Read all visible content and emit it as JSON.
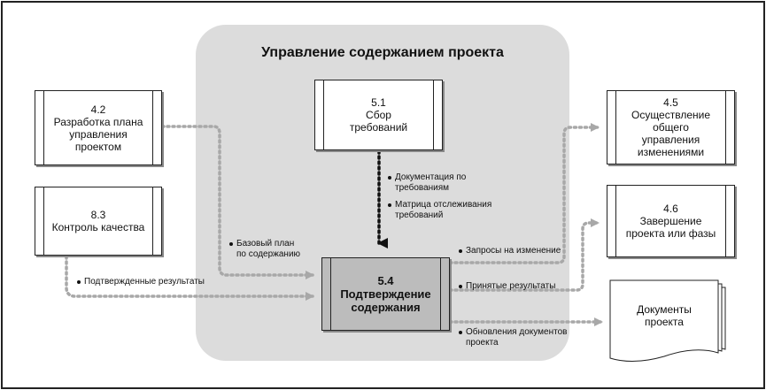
{
  "title": "Управление содержанием проекта",
  "boxes": {
    "b42": {
      "num": "4.2",
      "lines": [
        "Разработка плана",
        "управления",
        "проектом"
      ]
    },
    "b83": {
      "num": "8.3",
      "lines": [
        "Контроль качества"
      ]
    },
    "b51": {
      "num": "5.1",
      "lines": [
        "Сбор",
        "требований"
      ]
    },
    "b54": {
      "num": "5.4",
      "lines": [
        "Подтверждение",
        "содержания"
      ]
    },
    "b45": {
      "num": "4.5",
      "lines": [
        "Осуществление",
        "общего",
        "управления",
        "изменениями"
      ]
    },
    "b46": {
      "num": "4.6",
      "lines": [
        "Завершение",
        "проекта или фазы"
      ]
    },
    "docs": {
      "lines": [
        "Документы",
        "проекта"
      ]
    }
  },
  "labels": {
    "req_docs": [
      "Документация по",
      "требованиям"
    ],
    "trace": [
      "Матрица отслеживания",
      "требований"
    ],
    "baseline": [
      "Базовый план",
      "по содержанию"
    ],
    "validated": "Подтвержденные результаты",
    "change_req": "Запросы на изменение",
    "accepted": "Принятые результаты",
    "doc_updates": [
      "Обновления документов",
      "проекта"
    ]
  }
}
